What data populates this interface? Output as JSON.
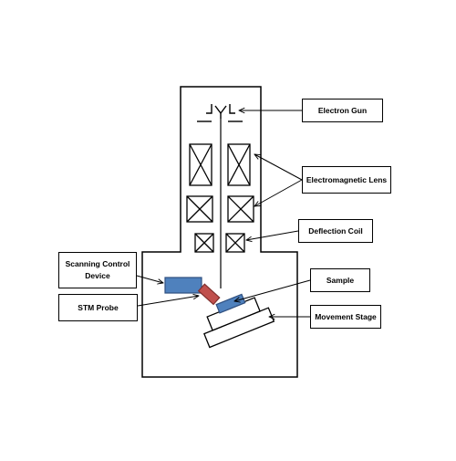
{
  "labels": {
    "electron_gun": "Electron Gun",
    "electromagnetic_lens": "Electromagnetic Lens",
    "deflection_coil": "Deflection Coil",
    "scanning_control_device": "Scanning Control\nDevice",
    "sample": "Sample",
    "stm_probe": "STM Probe",
    "movement_stage": "Movement Stage"
  },
  "colors": {
    "line": "#000000",
    "scanning_device_fill": "#4f81bd",
    "scanning_device_stroke": "#2f4f7f",
    "probe_fill": "#c0504d",
    "probe_stroke": "#7f2f2d",
    "sample_fill": "#4f81bd",
    "sample_stroke": "#2f4f7f"
  }
}
